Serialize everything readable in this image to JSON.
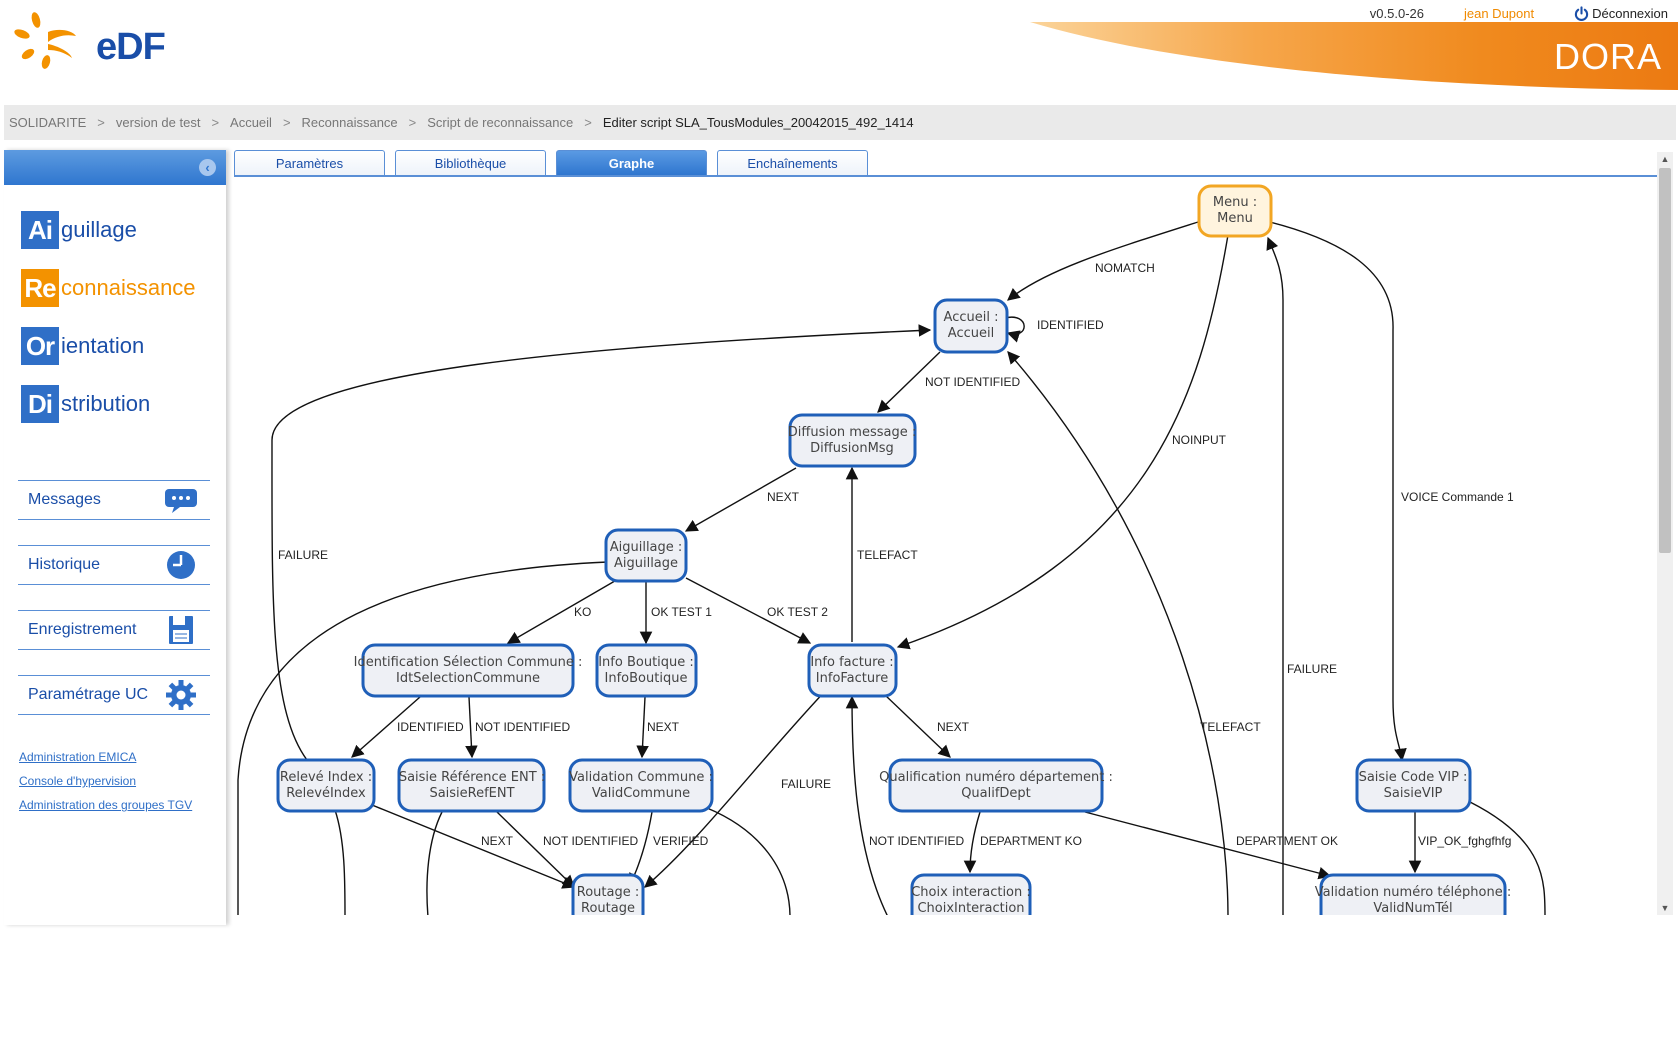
{
  "header": {
    "logo_text": "eDF",
    "app_title": "DORA",
    "version": "v0.5.0-26",
    "username": "jean Dupont",
    "logout_label": "Déconnexion"
  },
  "breadcrumb": {
    "items": [
      "SOLIDARITE",
      "version de test",
      "Accueil",
      "Reconnaissance",
      "Script de reconnaissance"
    ],
    "current": "Editer script SLA_TousModules_20042015_492_1414"
  },
  "sidebar": {
    "modules": [
      {
        "abbr": "Ai",
        "rest": "guillage"
      },
      {
        "abbr": "Re",
        "rest": "connaissance"
      },
      {
        "abbr": "Or",
        "rest": "ientation"
      },
      {
        "abbr": "Di",
        "rest": "stribution"
      }
    ],
    "menu": [
      {
        "label": "Messages",
        "icon": "chat-icon"
      },
      {
        "label": "Historique",
        "icon": "clock-icon"
      },
      {
        "label": "Enregistrement",
        "icon": "save-icon"
      },
      {
        "label": "Paramétrage UC",
        "icon": "gear-icon"
      }
    ],
    "links": [
      "Administration EMICA",
      "Console d'hypervision",
      "Administration des groupes TGV"
    ]
  },
  "tabs": [
    "Paramètres",
    "Bibliothèque",
    "Graphe",
    "Enchaînements"
  ],
  "active_tab": "Graphe",
  "graph": {
    "nodes": [
      {
        "id": "menu",
        "line1": "Menu :",
        "line2": "Menu",
        "start": true
      },
      {
        "id": "accueil",
        "line1": "Accueil :",
        "line2": "Accueil"
      },
      {
        "id": "diffusion",
        "line1": "Diffusion message :",
        "line2": "DiffusionMsg"
      },
      {
        "id": "aiguillage",
        "line1": "Aiguillage :",
        "line2": "Aiguillage"
      },
      {
        "id": "idtsel",
        "line1": "Identification Sélection Commune :",
        "line2": "IdtSelectionCommune"
      },
      {
        "id": "infoboutique",
        "line1": "Info Boutique :",
        "line2": "InfoBoutique"
      },
      {
        "id": "infofacture",
        "line1": "Info facture :",
        "line2": "InfoFacture"
      },
      {
        "id": "releve",
        "line1": "Relevé Index :",
        "line2": "RelevéIndex"
      },
      {
        "id": "saisieref",
        "line1": "Saisie Référence ENT :",
        "line2": "SaisieRefENT"
      },
      {
        "id": "validcommune",
        "line1": "Validation Commune :",
        "line2": "ValidCommune"
      },
      {
        "id": "qualifdept",
        "line1": "Qualification numéro département :",
        "line2": "QualifDept"
      },
      {
        "id": "saisievip",
        "line1": "Saisie Code VIP :",
        "line2": "SaisieVIP"
      },
      {
        "id": "routage",
        "line1": "Routage :",
        "line2": "Routage"
      },
      {
        "id": "choix",
        "line1": "Choix interaction :",
        "line2": "ChoixInteraction"
      },
      {
        "id": "validnum",
        "line1": "Validation numéro téléphone :",
        "line2": "ValidNumTél"
      }
    ],
    "edge_labels": [
      "NOMATCH",
      "IDENTIFIED",
      "NOT IDENTIFIED",
      "NOINPUT",
      "VOICE Commande 1",
      "NEXT",
      "FAILURE",
      "TELEFACT",
      "KO",
      "OK TEST 1",
      "OK TEST 2",
      "IDENTIFIED",
      "NOT IDENTIFIED",
      "NEXT",
      "NEXT",
      "FAILURE",
      "FAILURE",
      "TELEFACT",
      "NEXT",
      "NOT IDENTIFIED",
      "VERIFIED",
      "NOT IDENTIFIED",
      "DEPARTMENT KO",
      "DEPARTMENT OK",
      "VIP_OK_fghgfhfg"
    ]
  },
  "colors": {
    "brand_blue": "#1a4ea8",
    "brand_orange": "#f39200",
    "node_border": "#1f5fb8",
    "start_node_border": "#f2a623"
  }
}
